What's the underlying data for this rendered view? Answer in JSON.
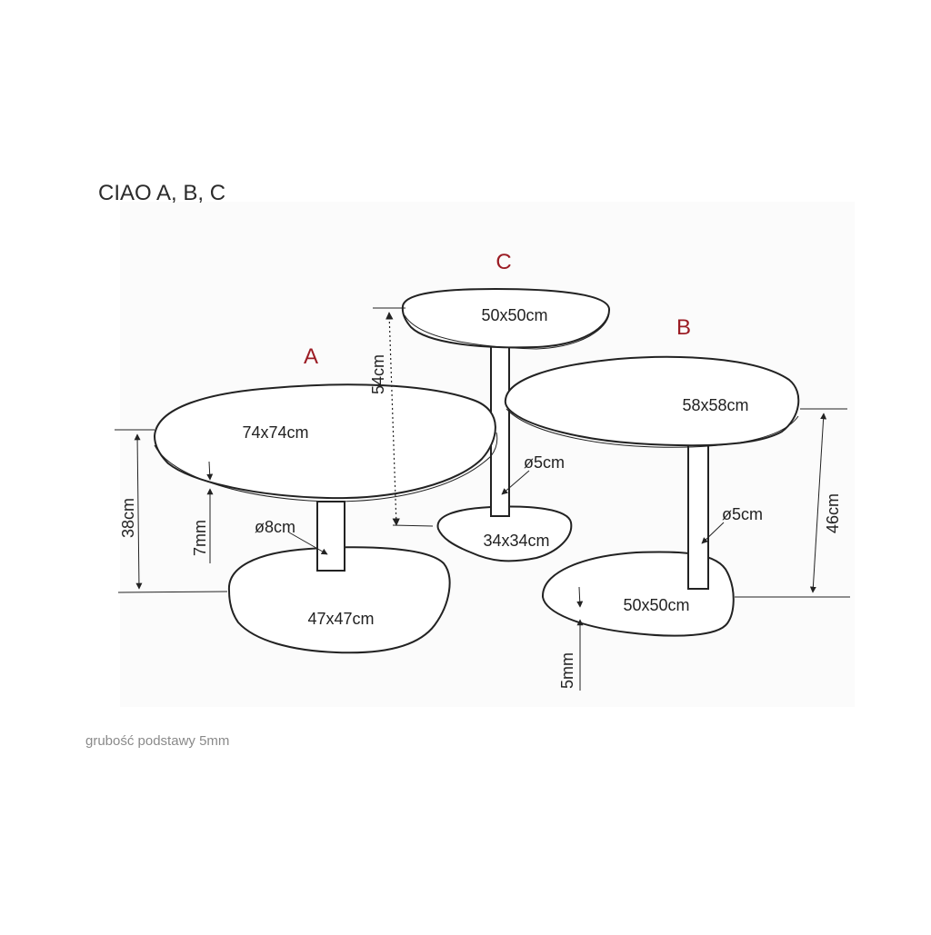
{
  "title": "CIAO A, B, C",
  "note": "grubość podstawy 5mm",
  "tables": {
    "a": {
      "letter": "A",
      "top": "74x74cm",
      "base": "47x47cm",
      "leg": "ø8cm",
      "height": "38cm",
      "top_thickness": "7mm"
    },
    "b": {
      "letter": "B",
      "top": "58x58cm",
      "base": "50x50cm",
      "leg": "ø5cm",
      "height": "46cm",
      "base_thickness": "5mm"
    },
    "c": {
      "letter": "C",
      "top": "50x50cm",
      "base": "34x34cm",
      "leg": "ø5cm",
      "height": "54cm"
    }
  }
}
